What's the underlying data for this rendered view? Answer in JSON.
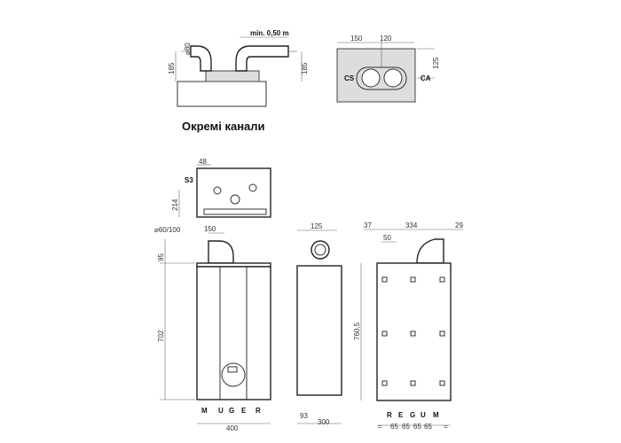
{
  "title": "Окремі канали",
  "separate_flue": {
    "min_distance": "min. 0,50 m",
    "pipe_diameter": "⌀80",
    "height_left": "185",
    "height_right": "185"
  },
  "top_plan": {
    "dim_150": "150",
    "dim_120": "120",
    "dim_125": "125",
    "label_cs": "CS",
    "label_ca": "CA"
  },
  "top_view": {
    "dim_48": "48",
    "label_s3": "S3",
    "dim_214": "214"
  },
  "front_view": {
    "diameter": "⌀60/100",
    "dim_150": "150",
    "dim_95": "95",
    "dim_702": "702",
    "dim_400": "400",
    "connections": [
      "M",
      "U",
      "G",
      "E",
      "R"
    ]
  },
  "side_view": {
    "dim_125": "125",
    "dim_93": "93",
    "dim_300": "300"
  },
  "back_view": {
    "dim_37": "37",
    "dim_334": "334",
    "dim_29": "29",
    "dim_50": "50",
    "dim_760": "760,5",
    "connections": [
      "R",
      "E",
      "G",
      "U",
      "M"
    ],
    "spacing": [
      "=",
      "65",
      "65",
      "65",
      "65",
      "="
    ]
  }
}
